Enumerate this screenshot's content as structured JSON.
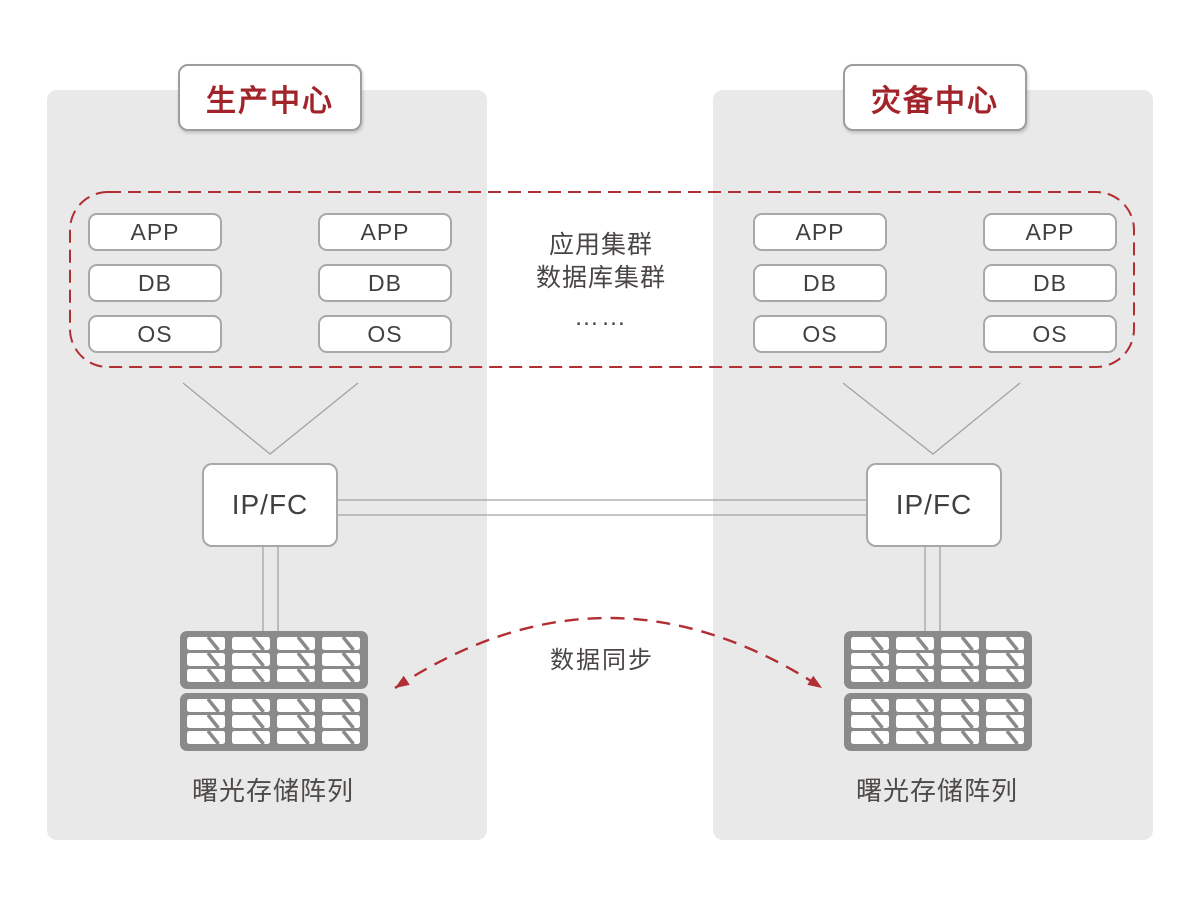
{
  "diagram": {
    "production_center": {
      "title": "生产中心",
      "server_stacks": [
        [
          "APP",
          "DB",
          "OS"
        ],
        [
          "APP",
          "DB",
          "OS"
        ]
      ],
      "switch_label": "IP/FC",
      "storage_label": "曙光存储阵列"
    },
    "disaster_center": {
      "title": "灾备中心",
      "server_stacks": [
        [
          "APP",
          "DB",
          "OS"
        ],
        [
          "APP",
          "DB",
          "OS"
        ]
      ],
      "switch_label": "IP/FC",
      "storage_label": "曙光存储阵列"
    },
    "cluster_annotation": {
      "line1": "应用集群",
      "line2": "数据库集群",
      "line3": "……"
    },
    "sync_label": "数据同步",
    "colors": {
      "accent_red": "#a2242b",
      "dash_red": "#b12e33",
      "panel_gray": "#e9e9e9",
      "line_gray": "#a3a3a3",
      "storage_gray": "#8a8a8a",
      "box_border_gray": "#a8a8a8",
      "text_dark": "#464240"
    }
  }
}
